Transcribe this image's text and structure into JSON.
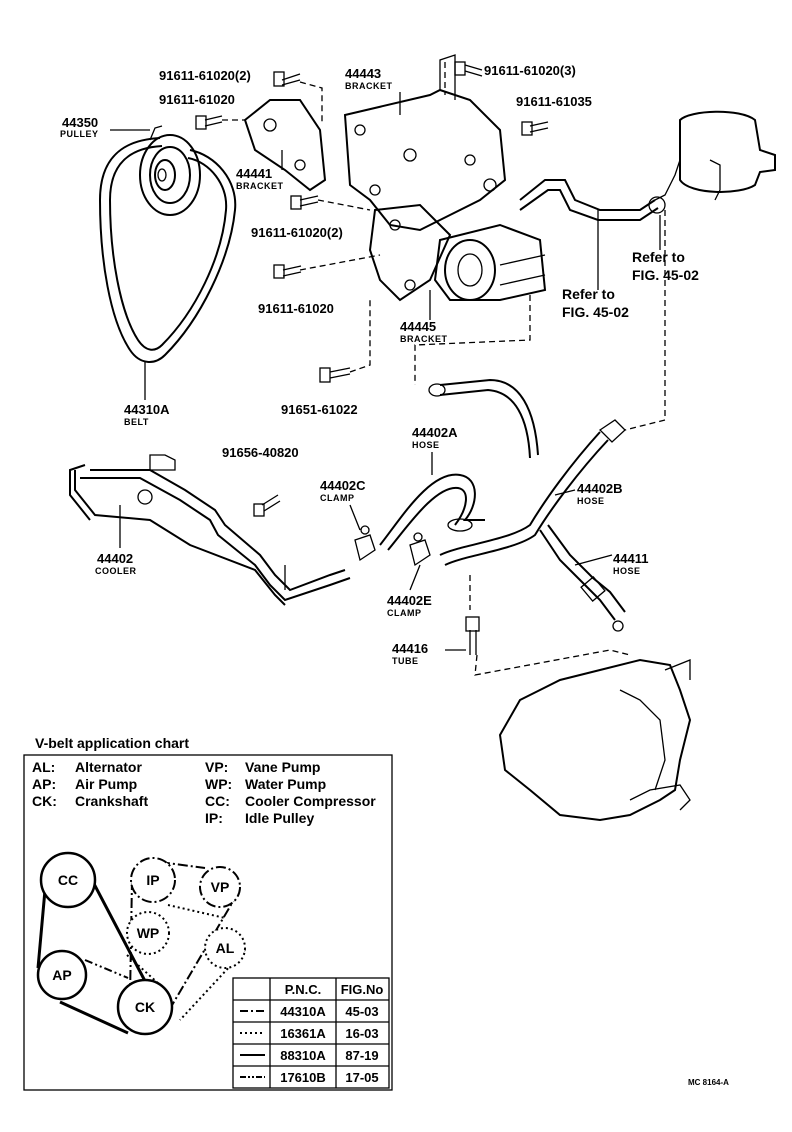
{
  "parts": {
    "p44350": {
      "num": "44350",
      "name": "PULLEY"
    },
    "p44310a": {
      "num": "44310A",
      "name": "BELT"
    },
    "p44441": {
      "num": "44441",
      "name": "BRACKET"
    },
    "p44443": {
      "num": "44443",
      "name": "BRACKET"
    },
    "p44445": {
      "num": "44445",
      "name": "BRACKET"
    },
    "p44402a": {
      "num": "44402A",
      "name": "HOSE"
    },
    "p44402b": {
      "num": "44402B",
      "name": "HOSE"
    },
    "p44402c": {
      "num": "44402C",
      "name": "CLAMP"
    },
    "p44402e": {
      "num": "44402E",
      "name": "CLAMP"
    },
    "p44402": {
      "num": "44402",
      "name": "COOLER"
    },
    "p44411": {
      "num": "44411",
      "name": "HOSE"
    },
    "p44416": {
      "num": "44416",
      "name": "TUBE"
    }
  },
  "bolts": {
    "b1": "91611-61020(2)",
    "b2": "91611-61020",
    "b3": "91611-61020(3)",
    "b4": "91611-61035",
    "b5": "91611-61020(2)",
    "b6": "91611-61020",
    "b7": "91651-61022",
    "b8": "91656-40820"
  },
  "refs": {
    "r1": {
      "line1": "Refer to",
      "line2": "FIG. 45-02"
    },
    "r2": {
      "line1": "Refer to",
      "line2": "FIG. 45-02"
    }
  },
  "chart": {
    "title": "V-belt application chart",
    "legend_left": [
      {
        "abbr": "AL:",
        "text": "Alternator"
      },
      {
        "abbr": "AP:",
        "text": "Air Pump"
      },
      {
        "abbr": "CK:",
        "text": "Crankshaft"
      }
    ],
    "legend_right": [
      {
        "abbr": "VP:",
        "text": "Vane Pump"
      },
      {
        "abbr": "WP:",
        "text": "Water Pump"
      },
      {
        "abbr": "CC:",
        "text": "Cooler Compressor"
      },
      {
        "abbr": "IP:",
        "text": "Idle Pulley"
      }
    ],
    "pulleys": {
      "cc": "CC",
      "ip": "IP",
      "vp": "VP",
      "wp": "WP",
      "al": "AL",
      "ap": "AP",
      "ck": "CK"
    },
    "table": {
      "headers": [
        "P.N.C.",
        "FIG.No"
      ],
      "rows": [
        {
          "style": "dash-dot",
          "pnc": "44310A",
          "fig": "45-03"
        },
        {
          "style": "dotted",
          "pnc": "16361A",
          "fig": "16-03"
        },
        {
          "style": "solid",
          "pnc": "88310A",
          "fig": "87-19"
        },
        {
          "style": "dash-dot-dot",
          "pnc": "17610B",
          "fig": "17-05"
        }
      ]
    }
  },
  "code": "MC 8164-A"
}
